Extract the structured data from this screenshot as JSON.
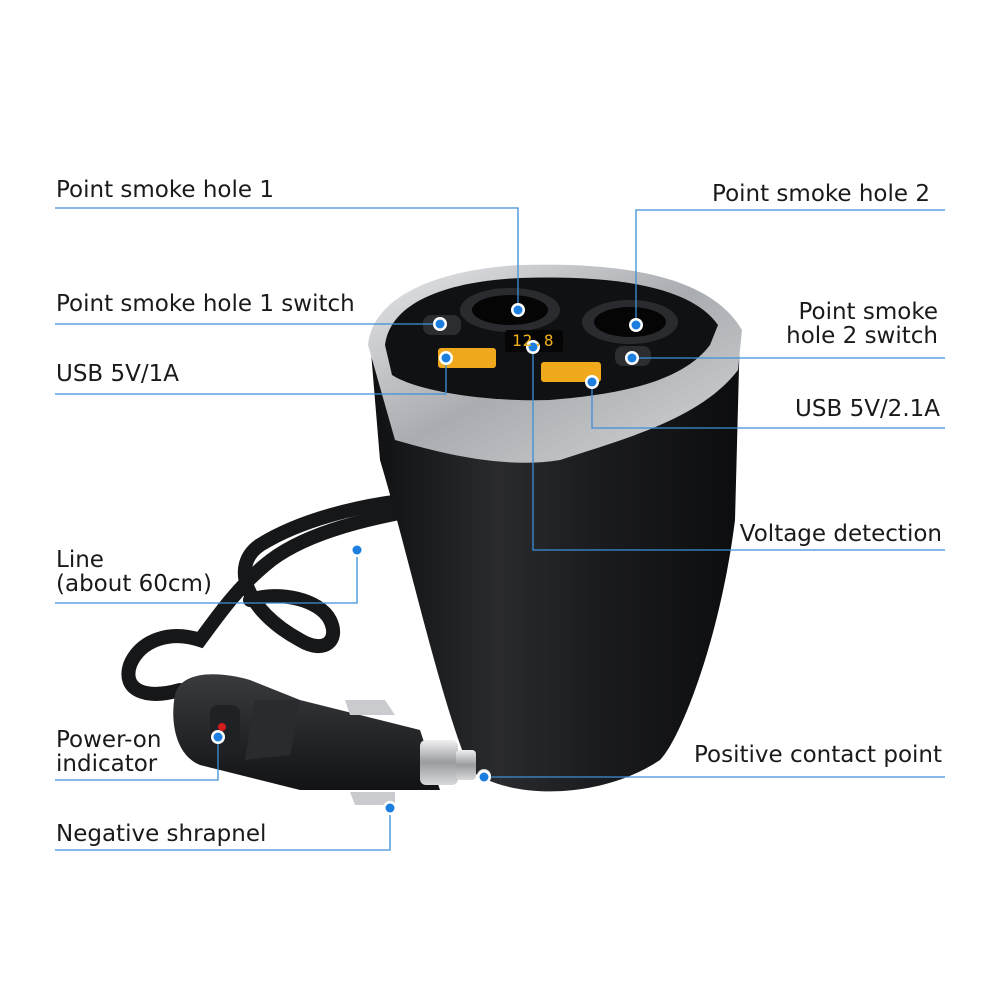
{
  "labels": {
    "smoke_hole_1": "Point smoke hole 1",
    "smoke_hole_2": "Point smoke hole 2",
    "smoke_hole_1_switch": "Point smoke hole 1 switch",
    "smoke_hole_2_switch_line1": "Point smoke",
    "smoke_hole_2_switch_line2": "hole 2 switch",
    "usb_left": "USB 5V/1A",
    "usb_right": "USB 5V/2.1A",
    "voltage_detection": "Voltage detection",
    "line_line1": "Line",
    "line_line2": "(about 60cm)",
    "power_on_line1": "Power-on",
    "power_on_line2": "indicator",
    "positive_contact": "Positive contact point",
    "negative_shrapnel": "Negative shrapnel"
  },
  "display_reading": "12.8",
  "colors": {
    "callout_line": "#3d8fd6",
    "callout_dot": "#1c7fe0",
    "body": "#1e1f22",
    "trim": "#c9cbce",
    "usb": "#f0a81c",
    "led_display": "#f2b21c",
    "indicator": "#d31c1c"
  }
}
